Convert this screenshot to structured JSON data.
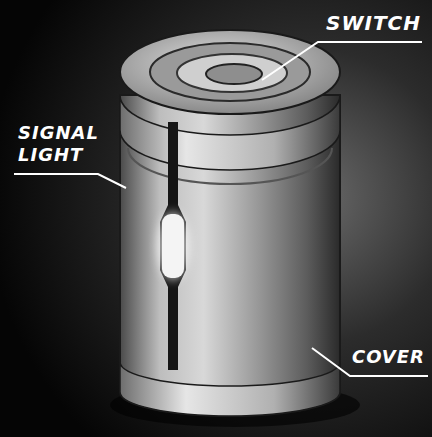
{
  "diagram": {
    "labels": [
      "SWITCH",
      "SIGNAL LIGHT",
      "COVER"
    ]
  }
}
